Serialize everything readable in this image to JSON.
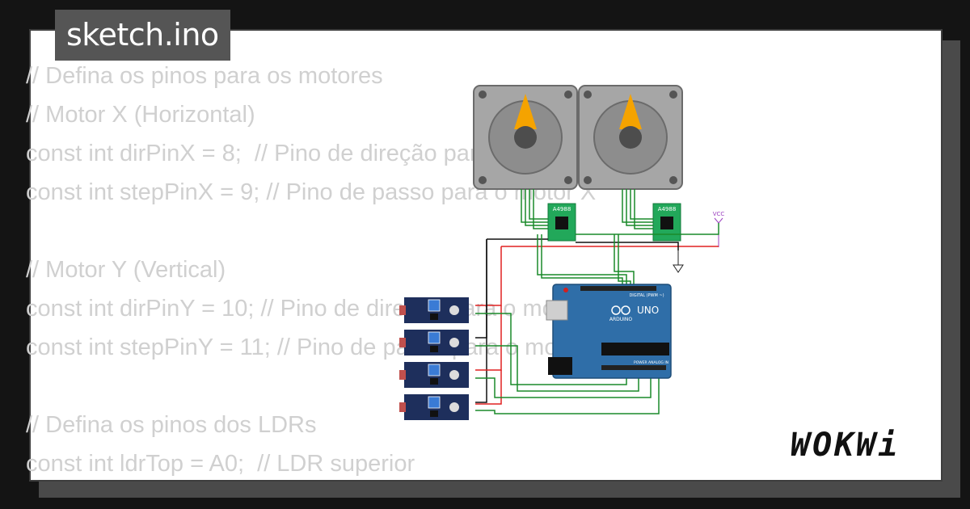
{
  "title": "sketch.ino",
  "code_lines": [
    "// Defina os pinos para os motores",
    "// Motor X (Horizontal)",
    "const int dirPinX = 8;  // Pino de direção para o motor X",
    "const int stepPinX = 9; // Pino de passo para o motor X",
    "",
    "// Motor Y (Vertical)",
    "const int dirPinY = 10; // Pino de direção para o motor Y",
    "const int stepPinY = 11; // Pino de passo para o motor Y",
    "",
    "// Defina os pinos dos LDRs",
    "const int ldrTop = A0;  // LDR superior"
  ],
  "circuit": {
    "driver_label": "A4988",
    "vcc_label": "VCC",
    "board_label": "UNO",
    "board_brand": "ARDUINO",
    "digital_label": "DIGITAL (PWM ~)",
    "analog_label": "ANALOG IN",
    "power_label": "POWER",
    "colors": {
      "board": "#2f6ea8",
      "driver": "#22a85a",
      "sensor": "#1e2f5c",
      "motor": "#a8a8a8",
      "pointer": "#f5a300",
      "wire_red": "#e02020",
      "wire_green": "#1a8a2a"
    }
  },
  "logo": "WOKWi"
}
